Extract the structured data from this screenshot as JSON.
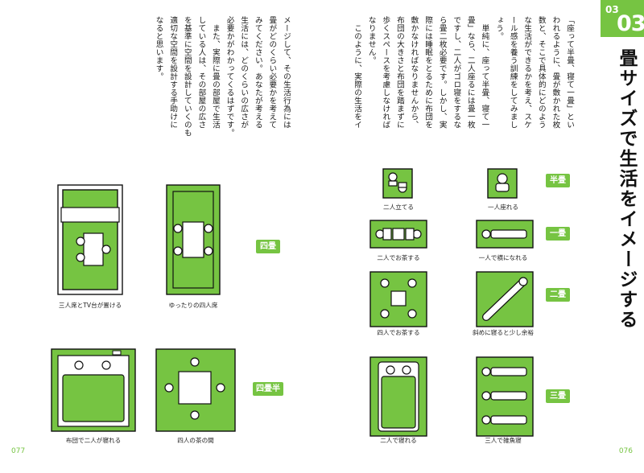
{
  "section": {
    "small": "03",
    "big": "03"
  },
  "title": "畳サイズで生活をイメージする",
  "body_right": [
    "「座って半畳、寝て一畳」とい",
    "われるように、畳が敷かれた枚",
    "数と、そこで具体的にどのよう",
    "な生活ができるかを考え、スケ",
    "ール感を養う訓練をしてみまし",
    "ょう。",
    "　単純に、座って半畳、寝て一",
    "畳」なら、二人座るには畳一枚",
    "ですし、二人がゴロ寝をするな",
    "ら畳二枚必要です。しかし、実",
    "際には睡眠をとるために布団を",
    "敷かなければなりませんから、",
    "布団の大きさと布団を踏まずに",
    "歩くスペースを考慮しなければ",
    "なりません。",
    "　このように、実際の生活をイ"
  ],
  "body_left": [
    "メージして、その生活行為には",
    "畳がどのくらい必要かを考えて",
    "みてください。あなたが考える",
    "生活には、どのくらいの広さが",
    "必要かがわかってくるはずです。",
    "　また、実際に畳の部屋で生活",
    "している人は、その部屋の広さ",
    "を基準に空間を設計していくのも",
    "適切な空間を設計する手助けに",
    "なると思います。"
  ],
  "labels": {
    "han": "半畳",
    "ichi": "一畳",
    "ni": "二畳",
    "san": "三畳",
    "yon": "四畳",
    "yonhan": "四畳半"
  },
  "captions": {
    "two_standing": "二人立てる",
    "one_sit": "一人座れる",
    "two_tea": "二人でお茶する",
    "one_lie": "一人で横になれる",
    "four_tea": "四人でお茶する",
    "diag": "斜めに寝ると少し余裕",
    "two_sleep": "二人で寝れる",
    "three_sleep": "三人で雑魚寝",
    "three_tv": "三人席とTV台が置ける",
    "four_seat": "ゆったりの四人席",
    "futon_two": "布団で二人が寝れる",
    "four_room": "四人の茶の間"
  },
  "page_numbers": {
    "left": "077",
    "right": "076"
  },
  "colors": {
    "accent": "#76c442",
    "text": "#1a1a1a"
  }
}
